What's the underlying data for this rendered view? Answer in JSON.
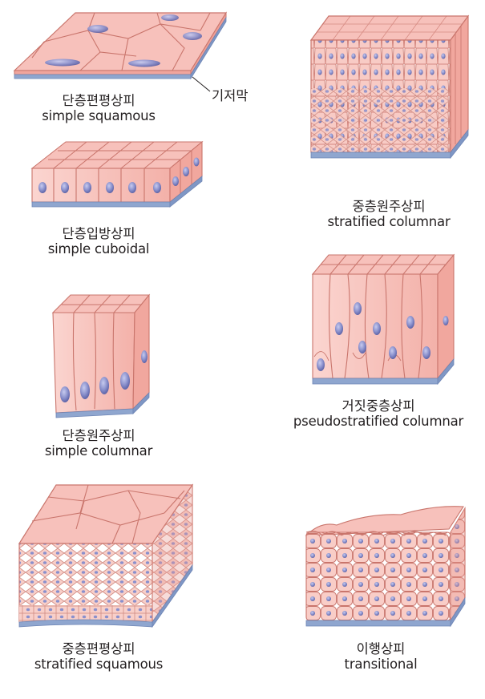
{
  "basement_membrane_label": "기저막",
  "panels": [
    {
      "id": "simple-squamous",
      "ko": "단층편평상피",
      "en": "simple squamous"
    },
    {
      "id": "simple-cuboidal",
      "ko": "단층입방상피",
      "en": "simple cuboidal"
    },
    {
      "id": "simple-columnar",
      "ko": "단층원주상피",
      "en": "simple columnar"
    },
    {
      "id": "stratified-squamous",
      "ko": "중층편평상피",
      "en": "stratified squamous"
    },
    {
      "id": "stratified-columnar",
      "ko": "중층원주상피",
      "en": "stratified columnar"
    },
    {
      "id": "pseudostratified-columnar",
      "ko": "거짓중층상피",
      "en": "pseudostratified columnar"
    },
    {
      "id": "transitional",
      "ko": "이행상피",
      "en": "transitional"
    }
  ],
  "colors": {
    "cell_fill": "#f7c3bd",
    "cell_side": "#f2aaa2",
    "cell_line": "#c9756c",
    "nucleus": "#7f86c6",
    "basement": "#8fa6cf"
  }
}
